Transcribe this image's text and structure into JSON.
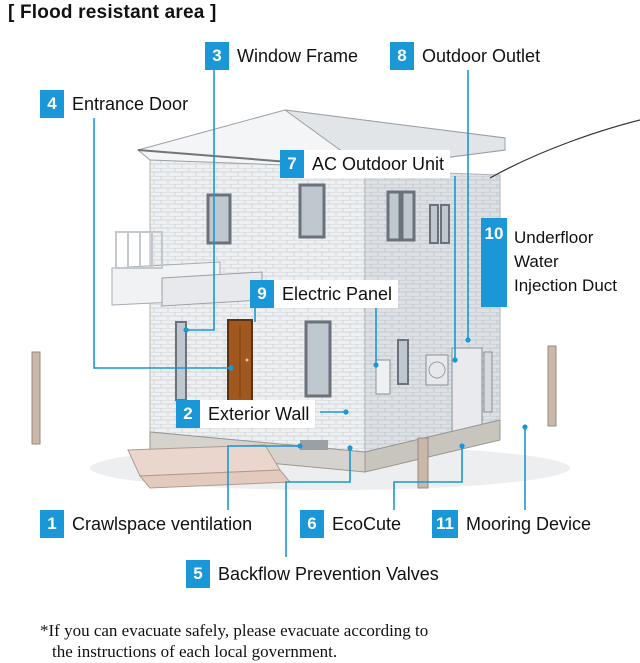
{
  "title": "[ Flood resistant area ]",
  "labels": [
    {
      "num": "1",
      "text": "Crawlspace ventilation"
    },
    {
      "num": "2",
      "text": "Exterior Wall"
    },
    {
      "num": "3",
      "text": "Window Frame"
    },
    {
      "num": "4",
      "text": "Entrance Door"
    },
    {
      "num": "5",
      "text": "Backflow Prevention Valves"
    },
    {
      "num": "6",
      "text": "EcoCute"
    },
    {
      "num": "7",
      "text": "AC Outdoor Unit"
    },
    {
      "num": "8",
      "text": "Outdoor Outlet"
    },
    {
      "num": "9",
      "text": "Electric Panel"
    },
    {
      "num": "10",
      "lines": [
        "Underfloor",
        "Water",
        "Injection Duct"
      ]
    },
    {
      "num": "11",
      "text": "Mooring Device"
    }
  ],
  "footnote": {
    "line1": "*If you can evacuate safely, please evacuate according to",
    "line2": "the instructions of each local government."
  },
  "colors": {
    "accent": "#1a97d6",
    "wall": "#e9ecef",
    "door": "#a0581f"
  }
}
